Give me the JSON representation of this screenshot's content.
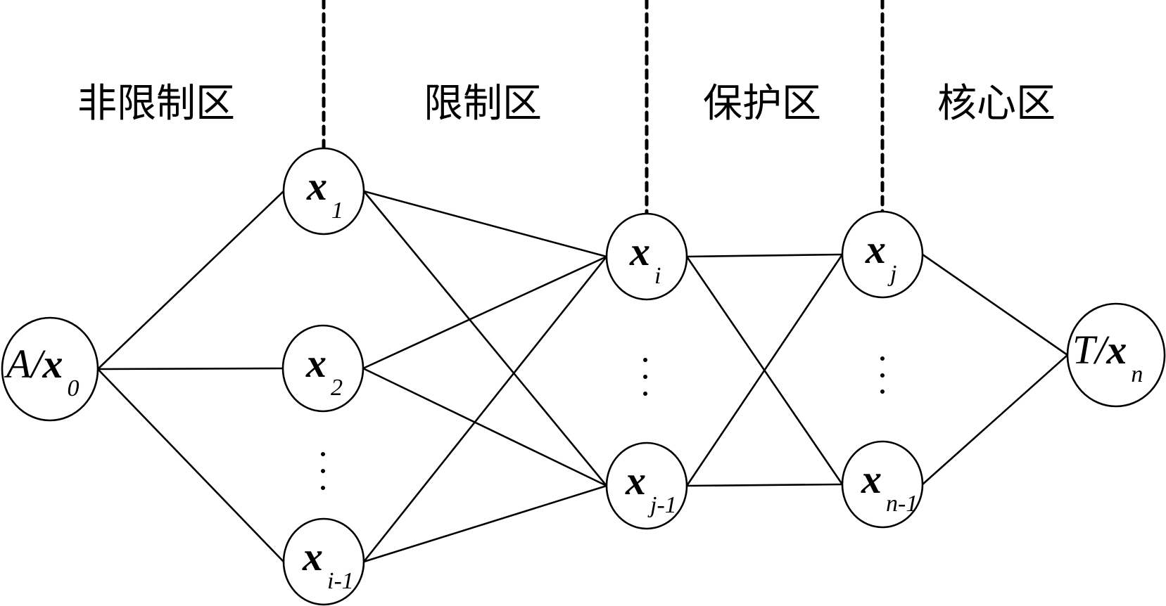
{
  "diagram": {
    "title": "",
    "zones": [
      {
        "id": "unrestricted",
        "label": "非限制区"
      },
      {
        "id": "restricted",
        "label": "限制区"
      },
      {
        "id": "protected",
        "label": "保护区"
      },
      {
        "id": "core",
        "label": "核心区"
      }
    ],
    "nodes": [
      {
        "id": "x0",
        "prefix": "A/",
        "main": "x",
        "sub": "0",
        "sub_italic": false
      },
      {
        "id": "x1",
        "prefix": "",
        "main": "x",
        "sub": "1",
        "sub_italic": false
      },
      {
        "id": "x2",
        "prefix": "",
        "main": "x",
        "sub": "2",
        "sub_italic": false
      },
      {
        "id": "xi_1",
        "prefix": "",
        "main": "x",
        "sub_var": "i",
        "sub": "-1",
        "sub_italic": false
      },
      {
        "id": "xi",
        "prefix": "",
        "main": "x",
        "sub_var": "i",
        "sub": "",
        "sub_italic": true
      },
      {
        "id": "xj_1",
        "prefix": "",
        "main": "x",
        "sub_var": "j",
        "sub": "-1",
        "sub_italic": false
      },
      {
        "id": "xj",
        "prefix": "",
        "main": "x",
        "sub_var": "j",
        "sub": "",
        "sub_italic": true
      },
      {
        "id": "xn_1",
        "prefix": "",
        "main": "x",
        "sub_var": "n",
        "sub": "-1",
        "sub_italic": false
      },
      {
        "id": "xn",
        "prefix": "T/",
        "main": "x",
        "sub_var": "n",
        "sub": "",
        "sub_italic": true
      }
    ],
    "edges": [
      [
        "x0",
        "x1"
      ],
      [
        "x0",
        "x2"
      ],
      [
        "x0",
        "xi_1"
      ],
      [
        "x1",
        "xi"
      ],
      [
        "x1",
        "xj_1"
      ],
      [
        "x2",
        "xi"
      ],
      [
        "x2",
        "xj_1"
      ],
      [
        "xi_1",
        "xi"
      ],
      [
        "xi_1",
        "xj_1"
      ],
      [
        "xi",
        "xj"
      ],
      [
        "xi",
        "xn_1"
      ],
      [
        "xj_1",
        "xj"
      ],
      [
        "xj_1",
        "xn_1"
      ],
      [
        "xj",
        "xn"
      ],
      [
        "xn_1",
        "xn"
      ]
    ],
    "ellipsis": "⋮",
    "boundaries": [
      {
        "between": [
          "unrestricted",
          "restricted"
        ],
        "at_node": "x1"
      },
      {
        "between": [
          "restricted",
          "protected"
        ],
        "at_node": "xi"
      },
      {
        "between": [
          "protected",
          "core"
        ],
        "at_node": "xj"
      }
    ]
  }
}
